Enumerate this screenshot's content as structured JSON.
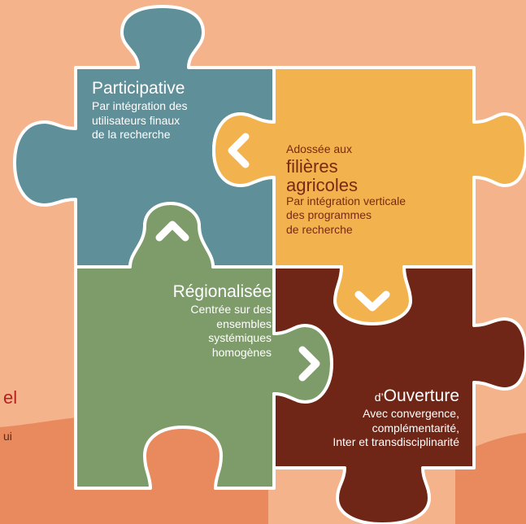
{
  "colors": {
    "background": "#f4b38a",
    "wave": "#e8895e",
    "participative": "#5f8f98",
    "filieres": "#f2b24e",
    "regionalisee": "#7e9b6a",
    "ouverture": "#6f2616",
    "outline": "#ffffff"
  },
  "pieces": {
    "participative": {
      "title": "Participative",
      "lines": [
        "Par intégration des",
        "utilisateurs finaux",
        "de la recherche"
      ]
    },
    "filieres": {
      "intro": "Adossée aux",
      "title1": "filières",
      "title2": "agricoles",
      "lines": [
        "Par intégration verticale",
        "des programmes",
        "de recherche"
      ]
    },
    "regionalisee": {
      "title": "Régionalisée",
      "lines": [
        "Centrée sur des",
        "ensembles",
        "systémiques",
        "homogènes"
      ]
    },
    "ouverture": {
      "prefix": "d’",
      "title": "Ouverture",
      "lines": [
        "Avec convergence,",
        "complémentarité,",
        "Inter et transdisciplinarité"
      ]
    }
  },
  "edge_fragments": {
    "left_red": "el",
    "left_small": "ui"
  },
  "icons": [
    "chevron-left-icon",
    "chevron-up-icon",
    "chevron-down-icon",
    "chevron-right-icon"
  ]
}
